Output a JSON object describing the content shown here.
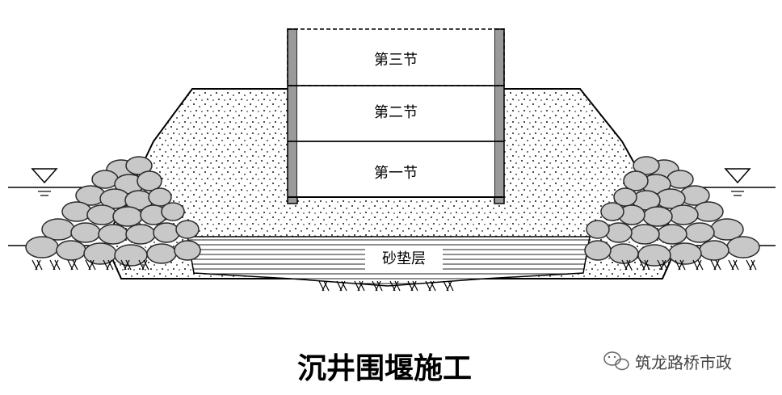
{
  "diagram": {
    "caption": "沉井围堰施工",
    "sections": {
      "third": "第三节",
      "second": "第二节",
      "first": "第一节"
    },
    "sand_cushion": "砂垫层",
    "watermark": "筑龙路桥市政"
  },
  "colors": {
    "stroke": "#000000",
    "fill_dots": "#ffffff",
    "stone_fill": "#c8c8c8",
    "stone_stroke": "#2a2a2a",
    "wall_fill": "#9a9a9a"
  }
}
